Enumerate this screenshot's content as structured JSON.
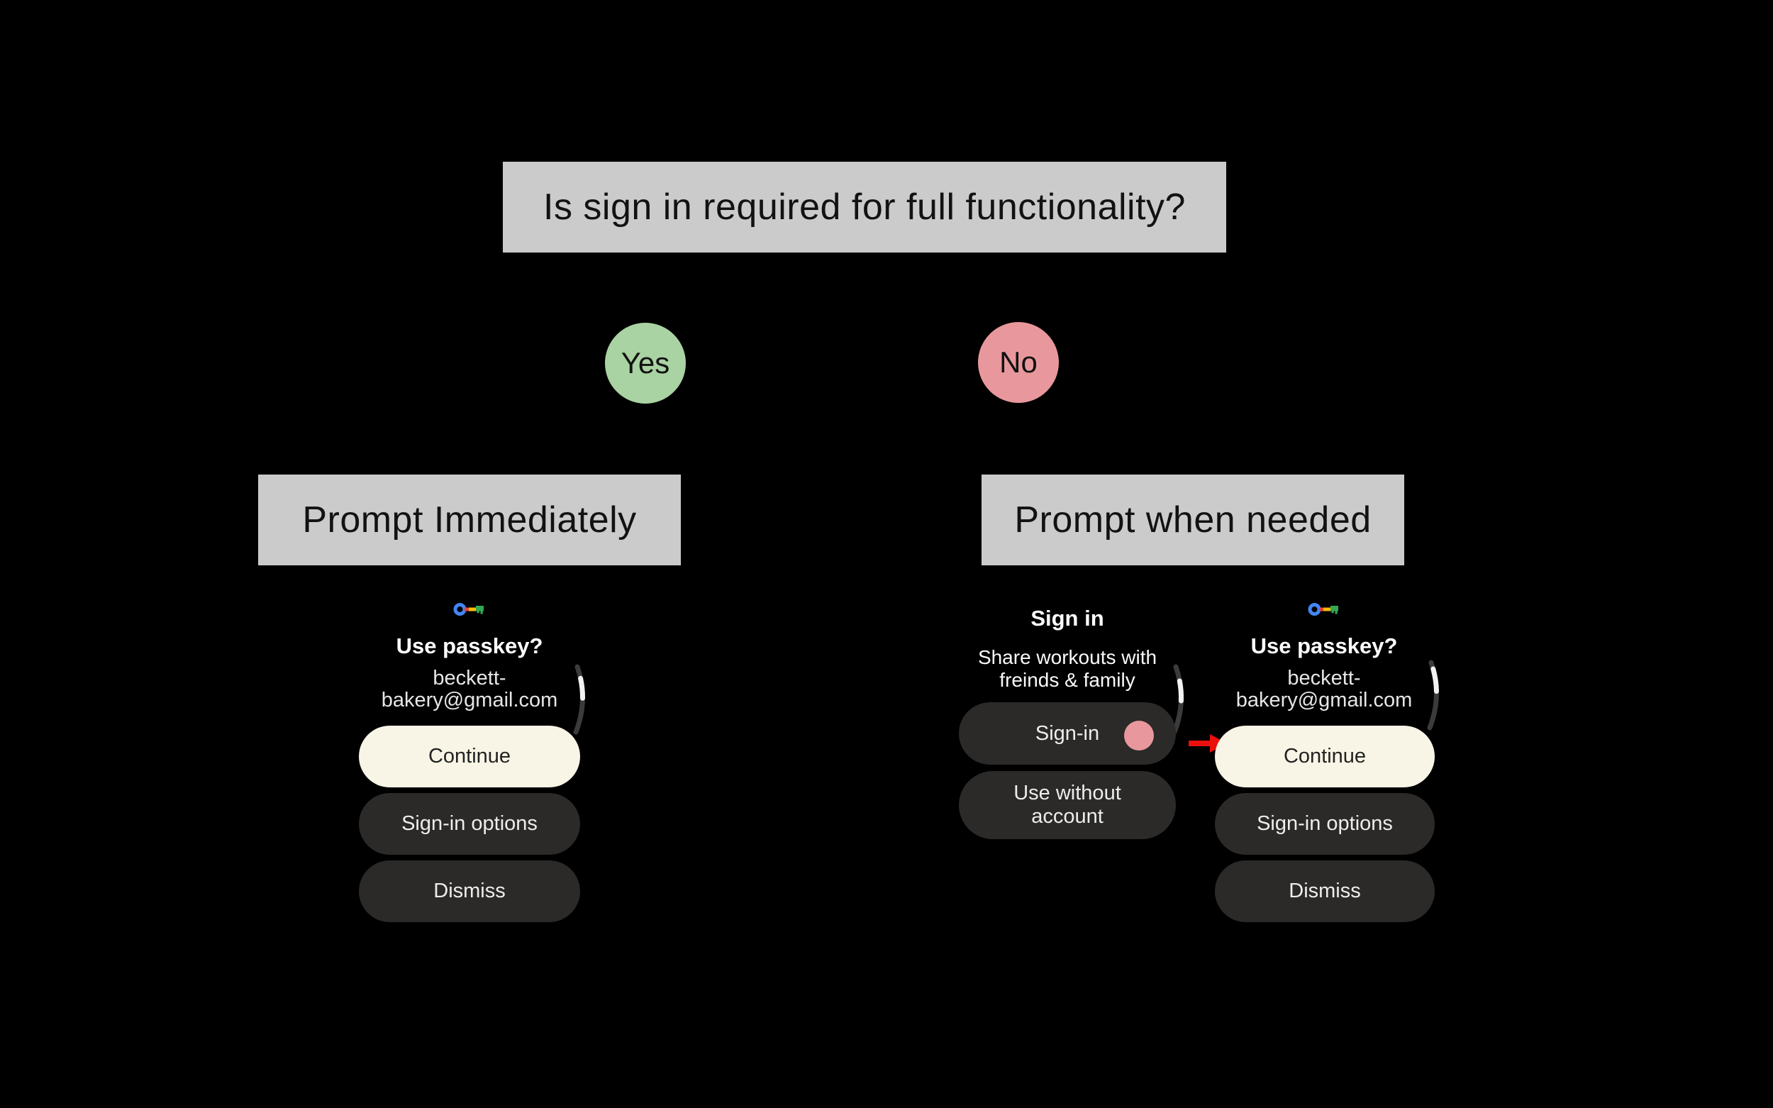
{
  "colors": {
    "background": "#000000",
    "box_gray": "#cbcbcb",
    "box_text": "#121212",
    "yes_green": "#a9d3a2",
    "no_pink": "#e8989c",
    "screen_title_white": "#ffffff",
    "account_text": "#e6e6e6",
    "continue_bg": "#f9f5e6",
    "continue_text": "#222222",
    "dark_button_bg": "#2b2a28",
    "dark_button_text": "#ededed",
    "tap_indicator_pink": "#e8989c",
    "arrow_red": "#ec100c",
    "scroll_track_gray": "#3b3b3b",
    "scroll_thumb_white": "#f2f2f2",
    "key_blue": "#4285f4",
    "key_red": "#ea4335",
    "key_yellow": "#fbbc04",
    "key_green": "#34a853"
  },
  "flowchart": {
    "question": "Is sign in required for full functionality?",
    "yes_label": "Yes",
    "no_label": "No",
    "outcome_left": "Prompt Immediately",
    "outcome_right": "Prompt when needed"
  },
  "passkey_screen": {
    "icon": "passkey-key-icon",
    "title": "Use passkey?",
    "account_line1": "beckett-",
    "account_line2": "bakery@gmail.com",
    "continue_label": "Continue",
    "signin_options_label": "Sign-in options",
    "dismiss_label": "Dismiss"
  },
  "signin_screen": {
    "title": "Sign in",
    "subtitle_line1": "Share workouts with",
    "subtitle_line2": "freinds & family",
    "signin_label": "Sign-in",
    "use_without_line1": "Use without",
    "use_without_line2": "account"
  }
}
